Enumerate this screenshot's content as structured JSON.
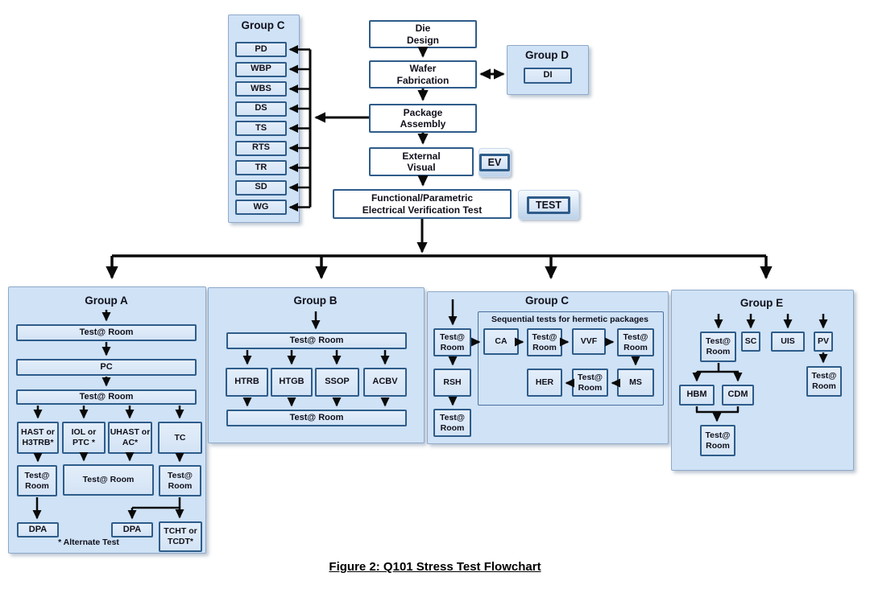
{
  "caption": "Figure 2:  Q101 Stress Test Flowchart",
  "colors": {
    "panel_fill": "#cfe2f6",
    "panel_border": "#8fa9c9",
    "box_fill": "#d9e7f8",
    "box_border": "#2e5c8a",
    "flow_box_fill": "#ffffff",
    "arrow": "#0a0a0a",
    "text": "#10101c"
  },
  "top_flow": {
    "die_design": "Die\nDesign",
    "wafer_fabrication": "Wafer\nFabrication",
    "package_assembly": "Package\nAssembly",
    "external_visual": "External\nVisual",
    "functional_test": "Functional/Parametric\nElectrical Verification Test",
    "ev_badge": "EV",
    "test_badge": "TEST"
  },
  "group_c_top": {
    "title": "Group C",
    "items": [
      "PD",
      "WBP",
      "WBS",
      "DS",
      "TS",
      "RTS",
      "TR",
      "SD",
      "WG"
    ]
  },
  "group_d": {
    "title": "Group D",
    "di": "DI"
  },
  "group_a": {
    "title": "Group A",
    "test_room_1": "Test@ Room",
    "pc": "PC",
    "test_room_2": "Test@ Room",
    "hast": "HAST or\nH3TRB*",
    "iol": "IOL or\nPTC *",
    "uhast": "UHAST or\nAC*",
    "tc": "TC",
    "test_room_3": "Test@\nRoom",
    "test_room_4": "Test@ Room",
    "test_room_5": "Test@\nRoom",
    "dpa_1": "DPA",
    "dpa_2": "DPA",
    "tcht": "TCHT or\nTCDT*",
    "note": "* Alternate Test"
  },
  "group_b": {
    "title": "Group B",
    "test_room_top": "Test@ Room",
    "htrb": "HTRB",
    "htgb": "HTGB",
    "ssop": "SSOP",
    "acbv": "ACBV",
    "test_room_bottom": "Test@ Room"
  },
  "group_c_bottom": {
    "title": "Group C",
    "subtitle": "Sequential tests for hermetic packages",
    "test_room_in": "Test@\nRoom",
    "ca": "CA",
    "test_room_2": "Test@\nRoom",
    "vvf": "VVF",
    "test_room_3": "Test@\nRoom",
    "ms": "MS",
    "test_room_4": "Test@\nRoom",
    "her": "HER",
    "rsh": "RSH",
    "test_room_out": "Test@\nRoom"
  },
  "group_e": {
    "title": "Group E",
    "test_room_1": "Test@\nRoom",
    "sc": "SC",
    "uis": "UIS",
    "pv": "PV",
    "hbm": "HBM",
    "cdm": "CDM",
    "test_room_2": "Test@\nRoom",
    "test_room_3": "Test@\nRoom"
  }
}
